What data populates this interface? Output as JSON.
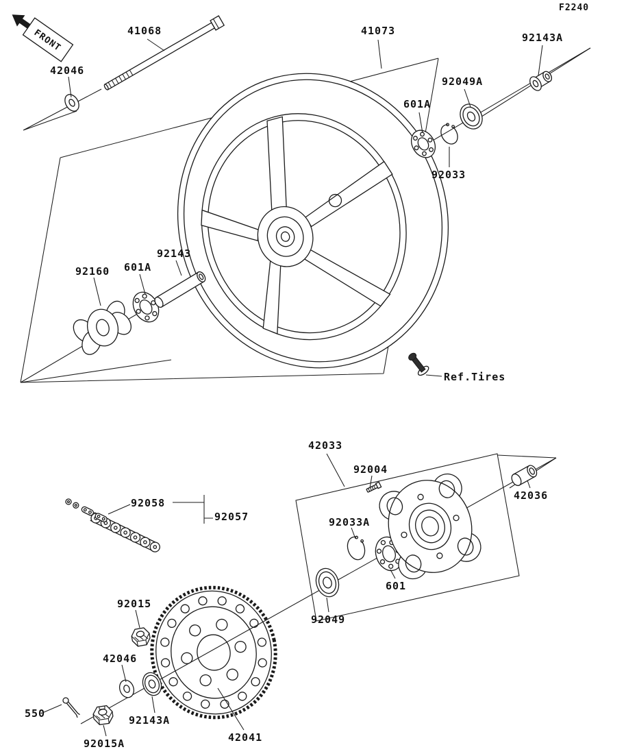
{
  "figure": {
    "code": "F2240",
    "front_label": "FRONT"
  },
  "labels": [
    {
      "text": "41068"
    },
    {
      "text": "42046"
    },
    {
      "text": "41073"
    },
    {
      "text": "92143A"
    },
    {
      "text": "92049A"
    },
    {
      "text": "601A"
    },
    {
      "text": "92033"
    },
    {
      "text": "92160"
    },
    {
      "text": "601A"
    },
    {
      "text": "92143"
    },
    {
      "text": "Ref.Tires"
    },
    {
      "text": "42033"
    },
    {
      "text": "92004"
    },
    {
      "text": "42036"
    },
    {
      "text": "92058"
    },
    {
      "text": "92057"
    },
    {
      "text": "92033A"
    },
    {
      "text": "601"
    },
    {
      "text": "92049"
    },
    {
      "text": "92015"
    },
    {
      "text": "42046"
    },
    {
      "text": "550"
    },
    {
      "text": "92015A"
    },
    {
      "text": "92143A"
    },
    {
      "text": "42041"
    }
  ]
}
